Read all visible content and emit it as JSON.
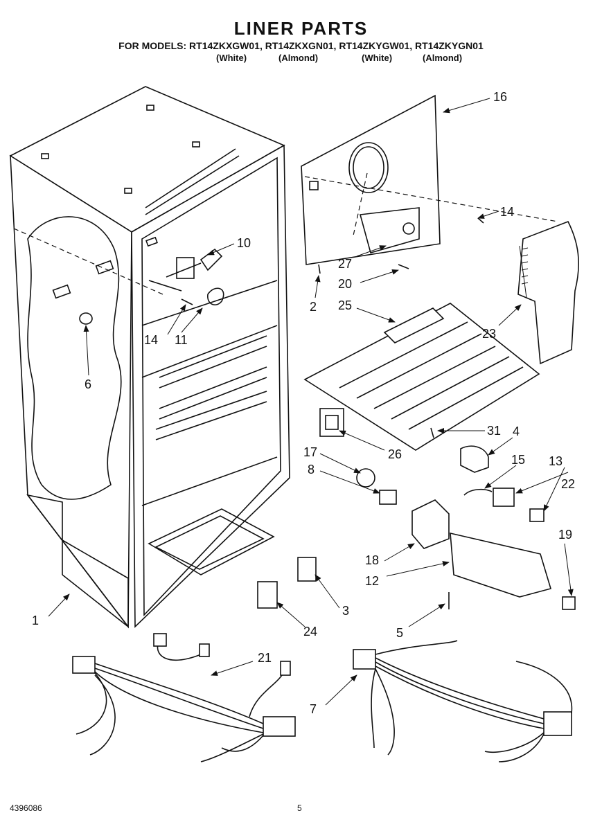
{
  "header": {
    "title": "LINER PARTS",
    "models_line": "FOR MODELS: RT14ZKXGW01, RT14ZKXGN01, RT14ZKYGW01, RT14ZKYGN01",
    "colors": [
      "(White)",
      "(Almond)",
      "(White)",
      "(Almond)"
    ]
  },
  "callouts": [
    "1",
    "2",
    "3",
    "4",
    "5",
    "6",
    "7",
    "8",
    "10",
    "11",
    "12",
    "13",
    "14",
    "14",
    "15",
    "16",
    "17",
    "18",
    "19",
    "20",
    "21",
    "22",
    "23",
    "24",
    "25",
    "26",
    "27",
    "31"
  ],
  "footer": {
    "doc_number": "4396086",
    "page_number": "5"
  }
}
